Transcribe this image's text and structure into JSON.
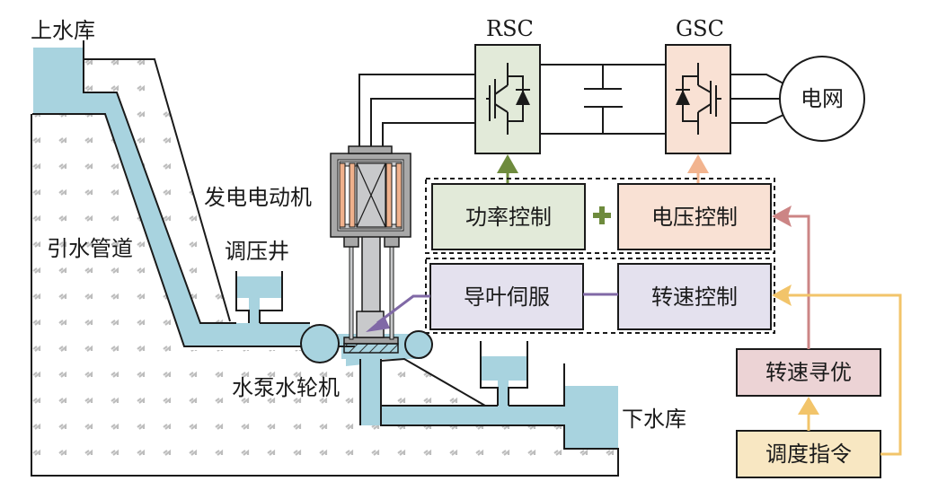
{
  "labels": {
    "upper_reservoir": "上水库",
    "penstock": "引水管道",
    "surge_tank": "调压井",
    "motor_generator": "发电电动机",
    "pump_turbine": "水泵水轮机",
    "lower_reservoir": "下水库",
    "rsc": "RSC",
    "gsc": "GSC",
    "grid": "电网"
  },
  "control_blocks": {
    "power_control": "功率控制",
    "voltage_control": "电压控制",
    "guide_vane_servo": "导叶伺服",
    "speed_control": "转速控制",
    "speed_optimization": "转速寻优",
    "dispatch_command": "调度指令",
    "plus_sign": "+"
  },
  "colors": {
    "water": "#a8d3df",
    "rock_hatch": "#b8b8b8",
    "rsc_fill": "#e2ead9",
    "gsc_fill": "#f9e1d4",
    "power_fill": "#e2ead9",
    "voltage_fill": "#f9e1d4",
    "servo_fill": "#e4e1ee",
    "speed_fill": "#e4e1ee",
    "optim_fill": "#ecd3d5",
    "dispatch_fill": "#f8e7c2",
    "green_arrow": "#6e8b3d",
    "peach_arrow": "#f2b48f",
    "red_arrow": "#cc8585",
    "yellow_arrow": "#f2c46a",
    "purple_arrow": "#8069a6",
    "coil": "#f0b18c",
    "machine_gray": "#c8c9cb"
  }
}
